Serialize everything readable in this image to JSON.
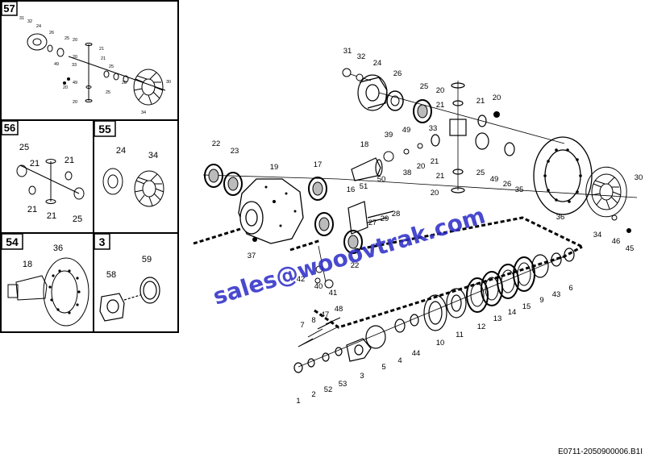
{
  "footer": {
    "code": "E0711-2050900006.B1I"
  },
  "watermark": {
    "text": "sales@wooovtrak.com",
    "color": "#3030c8"
  },
  "panels": [
    {
      "id": "57",
      "callouts": [
        "31",
        "32",
        "24",
        "26",
        "25",
        "49",
        "33",
        "20",
        "21",
        "20",
        "21",
        "25",
        "20",
        "49",
        "25",
        "28",
        "34",
        "30",
        "20"
      ]
    },
    {
      "id": "56",
      "callouts": [
        "25",
        "21",
        "21",
        "21",
        "21",
        "25"
      ]
    },
    {
      "id": "55",
      "callouts": [
        "24",
        "34"
      ]
    },
    {
      "id": "54",
      "callouts": [
        "36",
        "18"
      ]
    },
    {
      "id": "3",
      "callouts": [
        "58",
        "59"
      ]
    }
  ],
  "main_callouts": [
    "31",
    "32",
    "24",
    "26",
    "25",
    "20",
    "21",
    "21",
    "20",
    "49",
    "33",
    "39",
    "18",
    "22",
    "23",
    "19",
    "17",
    "38",
    "20",
    "21",
    "25",
    "49",
    "26",
    "35",
    "36",
    "34",
    "30",
    "46",
    "45",
    "16",
    "51",
    "50",
    "27",
    "29",
    "28",
    "21",
    "20",
    "37",
    "42",
    "40",
    "41",
    "22",
    "7",
    "8",
    "47",
    "48",
    "1",
    "2",
    "52",
    "53",
    "3",
    "5",
    "4",
    "44",
    "10",
    "11",
    "12",
    "13",
    "14",
    "15",
    "9",
    "43",
    "6"
  ]
}
